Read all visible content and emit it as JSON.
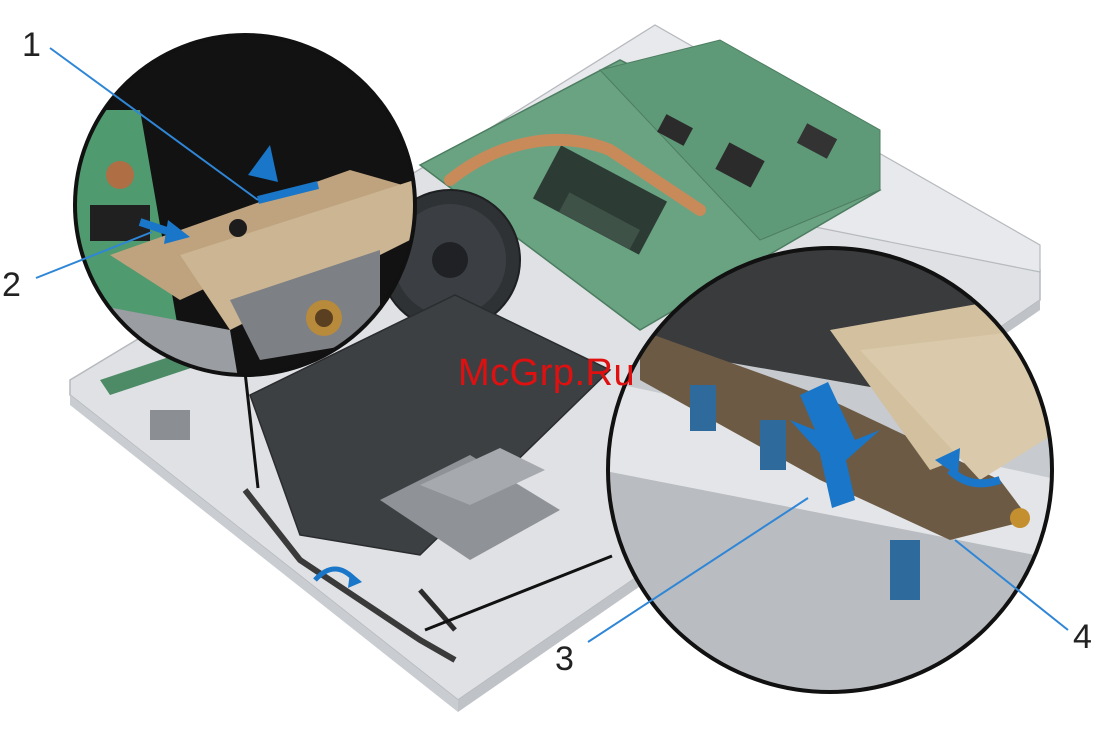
{
  "callouts": {
    "c1": "1",
    "c2": "2",
    "c3": "3",
    "c4": "4"
  },
  "watermark": "McGrp.Ru",
  "colors": {
    "arrow": "#1976c8",
    "leader": "#2f86d6",
    "watermark": "#e01010",
    "board": "#5f9a78",
    "tape": "#c9b291"
  }
}
